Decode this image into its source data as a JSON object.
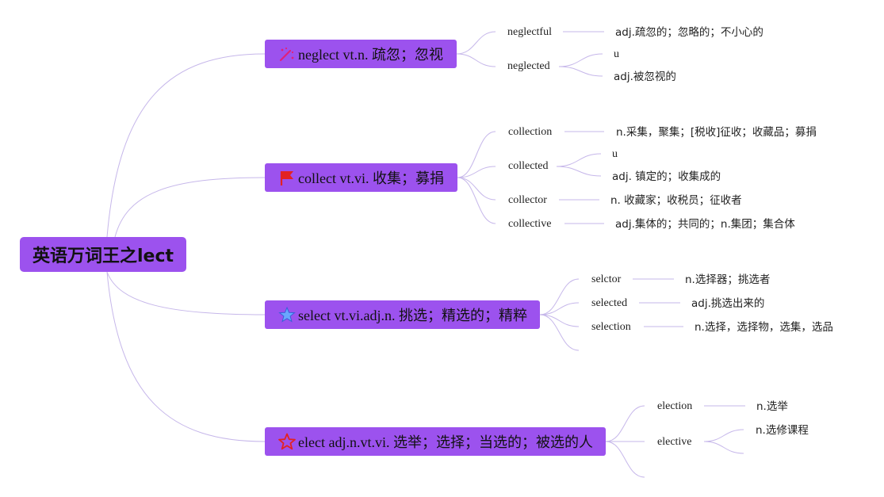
{
  "root": {
    "label": "英语万词王之lect"
  },
  "colors": {
    "node_bg": "#9c52ee",
    "line": "#c6b7ea"
  },
  "branches": [
    {
      "label": "neglect vt.n. 疏忽；忽视",
      "icon": "magic-wand-icon",
      "children": [
        {
          "word": "neglectful",
          "meanings": [
            "adj.疏忽的；忽略的；不小心的"
          ]
        },
        {
          "word": "neglected",
          "meanings": [
            "u",
            "adj.被忽视的"
          ]
        }
      ]
    },
    {
      "label": "collect vt.vi. 收集；募捐",
      "icon": "red-flag-icon",
      "children": [
        {
          "word": "collection",
          "meanings": [
            "n.采集，聚集；[税收]征收；收藏品；募捐"
          ]
        },
        {
          "word": "collected",
          "meanings": [
            "u",
            "adj. 镇定的；收集成的"
          ]
        },
        {
          "word": "collector",
          "meanings": [
            "n. 收藏家；收税员；征收者"
          ]
        },
        {
          "word": "collective",
          "meanings": [
            "adj.集体的；共同的；n.集团；集合体"
          ]
        }
      ]
    },
    {
      "label": "select vt.vi.adj.n. 挑选；精选的；精粹",
      "icon": "blue-star-icon",
      "children": [
        {
          "word": "selctor",
          "meanings": [
            "n.选择器；挑选者"
          ]
        },
        {
          "word": "selected",
          "meanings": [
            "adj.挑选出来的"
          ]
        },
        {
          "word": "selection",
          "meanings": [
            "n.选择，选择物，选集，选品"
          ]
        },
        {
          "word": "",
          "meanings": []
        }
      ]
    },
    {
      "label": "elect adj.n.vt.vi. 选举；选择；当选的；被选的人",
      "icon": "red-star-outline-icon",
      "children": [
        {
          "word": "election",
          "meanings": [
            "n.选举"
          ]
        },
        {
          "word": "elective",
          "meanings": [
            "n.选修课程",
            ""
          ]
        },
        {
          "word": "",
          "meanings": []
        }
      ]
    }
  ]
}
